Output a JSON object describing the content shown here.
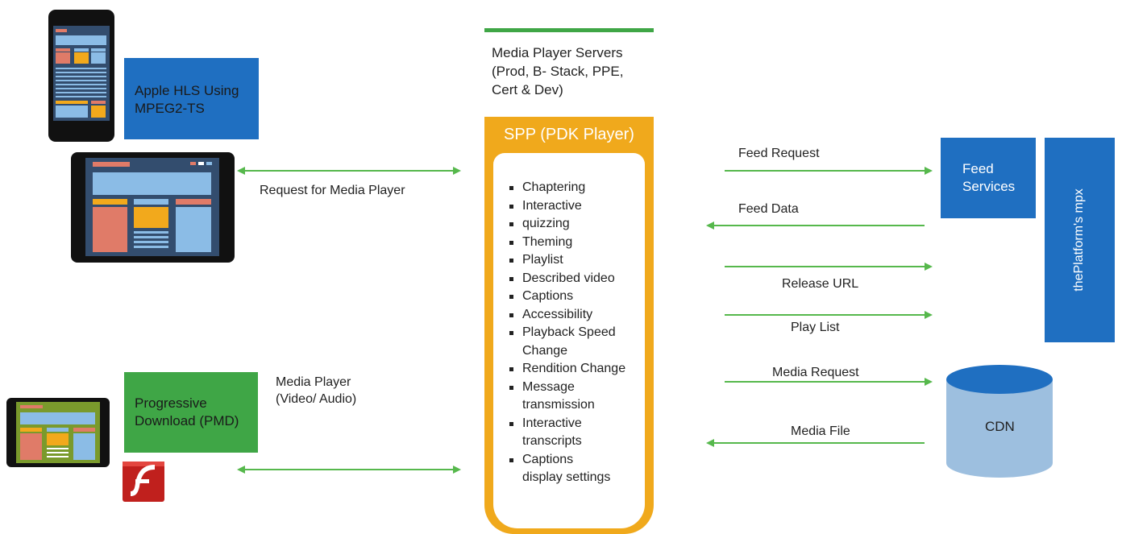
{
  "hls_box": {
    "line1": "Apple  HLS Using",
    "line2": "MPEG2-TS"
  },
  "pmd_box": {
    "line1": "Progressive",
    "line2": "Download (PMD)"
  },
  "servers": {
    "line1": "Media Player Servers",
    "line2": "(Prod, B- Stack, PPE,",
    "line3": "Cert & Dev)"
  },
  "spp": {
    "title": "SPP (PDK Player)",
    "features": [
      "Chaptering",
      "Interactive",
      "quizzing",
      "Theming",
      "Playlist",
      "Described video",
      "Captions",
      "Accessibility",
      "Playback Speed",
      "Change",
      "Rendition Change",
      "Message",
      "transmission",
      "Interactive",
      "transcripts",
      "Captions",
      "display settings"
    ]
  },
  "labels": {
    "request_media_player": "Request for Media Player",
    "media_player_line1": "Media Player",
    "media_player_line2": "(Video/ Audio)",
    "feed_request": "Feed Request",
    "feed_data": "Feed Data",
    "release_url": "Release URL",
    "play_list": "Play List",
    "media_request": "Media Request",
    "media_file": "Media File"
  },
  "feed_services": {
    "line1": "Feed",
    "line2": "Services"
  },
  "mpx": "thePlatform's mpx",
  "cdn": "CDN",
  "colors": {
    "blue": "#1f6fc1",
    "green": "#3fa646",
    "orange": "#f0a91c",
    "cdn": "#9dbfdf",
    "arrow": "#56b84c"
  },
  "icons": [
    "phone-icon",
    "tablet-icon",
    "small-tablet-icon",
    "flash-icon"
  ]
}
